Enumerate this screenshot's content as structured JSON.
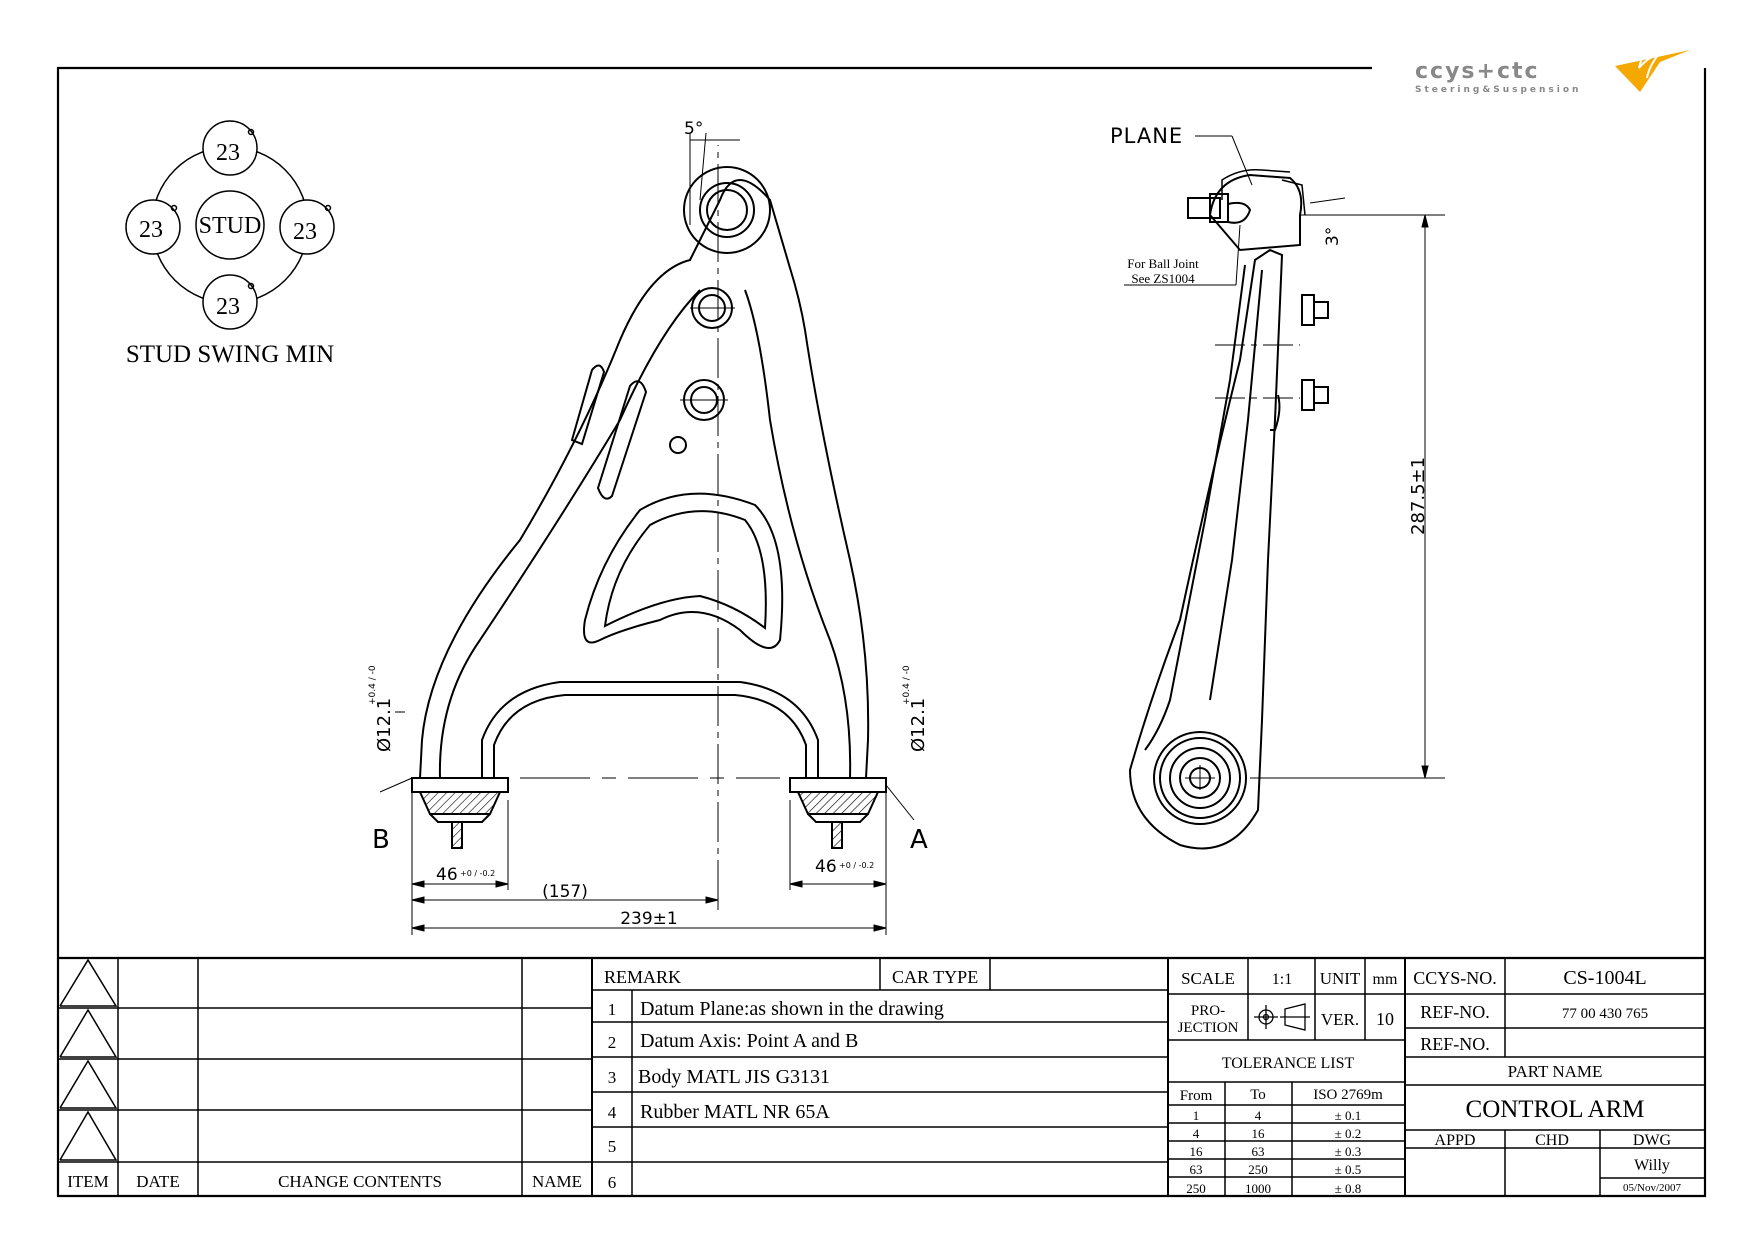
{
  "logo": {
    "brand": "ccys+ctc",
    "tagline": "Steering&Suspension",
    "accent": "#f5a800"
  },
  "stud_swing": {
    "title": "STUD SWING MIN",
    "center": "STUD",
    "angles": [
      "23",
      "23",
      "23",
      "23"
    ]
  },
  "front_view": {
    "angle_top": "5°",
    "dia_left": "Ø12.1",
    "dia_left_tol": "+0.4 / -0",
    "dia_right": "Ø12.1",
    "dia_right_tol": "+0.4 / -0",
    "label_b": "B",
    "label_a": "A",
    "dim_left": "46",
    "dim_left_tol": "+0 / -0.2",
    "dim_right": "46",
    "dim_right_tol": "+0 / -0.2",
    "dim_mid": "(157)",
    "dim_total": "239±1"
  },
  "side_view": {
    "plane_label": "PLANE",
    "ball_joint_note_1": "For Ball Joint",
    "ball_joint_note_2": "See ZS1004",
    "angle": "3°",
    "height_dim": "287.5±1"
  },
  "revision_table": {
    "headers": [
      "ITEM",
      "DATE",
      "CHANGE CONTENTS",
      "NAME"
    ]
  },
  "remarks": {
    "header": "REMARK",
    "car_type_label": "CAR TYPE",
    "rows": [
      {
        "num": "1",
        "text": "Datum Plane:as shown in the drawing"
      },
      {
        "num": "2",
        "text": "Datum Axis: Point A and B"
      },
      {
        "num": "3",
        "text": "Body MATL JIS G3131"
      },
      {
        "num": "4",
        "text": "Rubber MATL NR 65A"
      },
      {
        "num": "5",
        "text": ""
      },
      {
        "num": "6",
        "text": ""
      }
    ]
  },
  "spec": {
    "scale_label": "SCALE",
    "scale_value": "1:1",
    "unit_label": "UNIT",
    "unit_value": "mm",
    "projection_label_1": "PRO-",
    "projection_label_2": "JECTION",
    "ver_label": "VER.",
    "ver_value": "10"
  },
  "tolerance": {
    "title": "TOLERANCE LIST",
    "headers": [
      "From",
      "To",
      "ISO 2769m"
    ],
    "rows": [
      [
        "1",
        "4",
        "± 0.1"
      ],
      [
        "4",
        "16",
        "± 0.2"
      ],
      [
        "16",
        "63",
        "± 0.3"
      ],
      [
        "63",
        "250",
        "± 0.5"
      ],
      [
        "250",
        "1000",
        "± 0.8"
      ]
    ]
  },
  "title_block": {
    "ccys_no_label": "CCYS-NO.",
    "ccys_no": "CS-1004L",
    "ref_no_label": "REF-NO.",
    "ref_no": "77 00 430 765",
    "ref_no2_label": "REF-NO.",
    "ref_no2": "",
    "part_name_label": "PART NAME",
    "part_name": "CONTROL ARM",
    "appd": "APPD",
    "chd": "CHD",
    "dwg": "DWG",
    "drawn_by": "Willy",
    "date": "05/Nov/2007"
  }
}
